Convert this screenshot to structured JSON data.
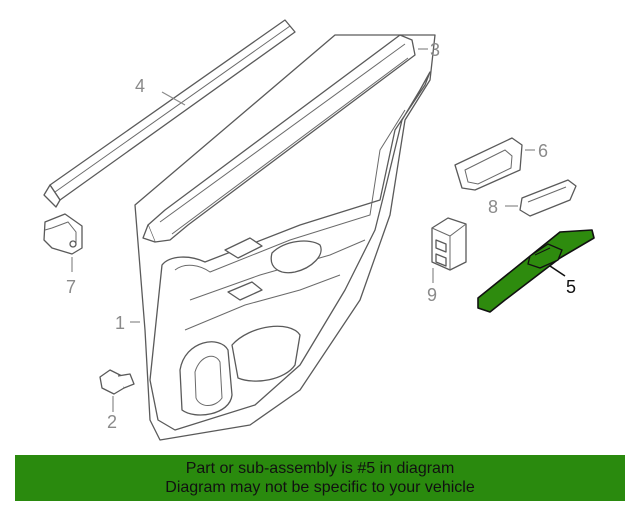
{
  "diagram": {
    "callouts": [
      "1",
      "2",
      "3",
      "4",
      "5",
      "6",
      "7",
      "8",
      "9"
    ],
    "highlighted_part": "5",
    "colors": {
      "highlight_fill": "#2e8b0e",
      "banner_bg": "#2a8a0e",
      "line": "#5a5a5a",
      "label": "#8a8a8a",
      "highlight_label": "#111111"
    }
  },
  "banner": {
    "line1": "Part or sub-assembly is #5 in diagram",
    "line2": "Diagram may not be specific to your vehicle"
  }
}
